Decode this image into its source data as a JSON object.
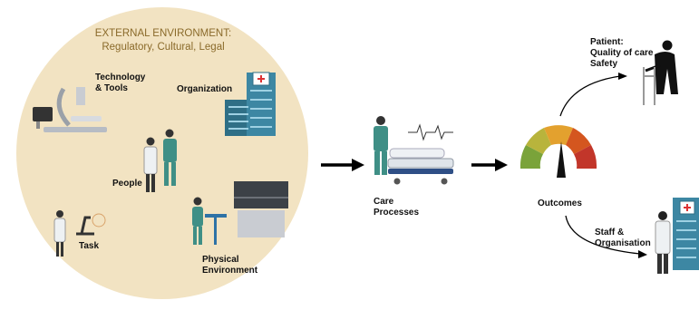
{
  "external_environment": {
    "title": "EXTERNAL ENVIRONMENT:",
    "subtitle": "Regulatory, Cultural, Legal"
  },
  "components": {
    "technology": "Technology\n& Tools",
    "organization": "Organization",
    "people": "People",
    "task": "Task",
    "physical_environment": "Physical\nEnvironment"
  },
  "care_processes": "Care\nProcesses",
  "outcomes": "Outcomes",
  "patient": "Patient:\nQuality of care\nSafety",
  "staff": "Staff &\nOrganisation",
  "colors": {
    "circle": "#f2e3c2",
    "heading": "#8a6a2a",
    "scrubs": "#3f8f86",
    "gauge": [
      "#7aa33a",
      "#b8b43c",
      "#e3a12e",
      "#d4561f",
      "#c2362a"
    ]
  }
}
